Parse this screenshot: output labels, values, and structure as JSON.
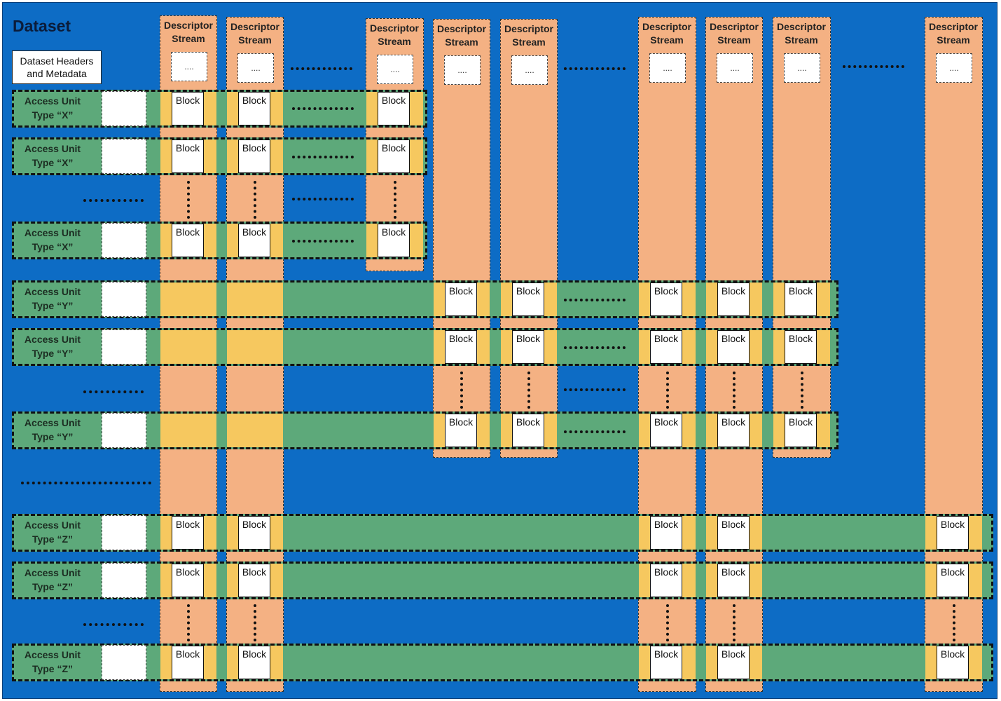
{
  "title": "Dataset",
  "header_box": "Dataset Headers\nand Metadata",
  "stream_label": "Descriptor\nStream",
  "stream_placeholder": "....",
  "block_label": "Block",
  "access_units": [
    {
      "label": "Access Unit\nType “X”",
      "type": "X"
    },
    {
      "label": "Access Unit\nType “X”",
      "type": "X"
    },
    {
      "label": "Access Unit\nType “X”",
      "type": "X"
    },
    {
      "label": "Access Unit\nType “Y”",
      "type": "Y"
    },
    {
      "label": "Access Unit\nType “Y”",
      "type": "Y"
    },
    {
      "label": "Access Unit\nType “Y”",
      "type": "Y"
    },
    {
      "label": "Access Unit\nType “Z”",
      "type": "Z"
    },
    {
      "label": "Access Unit\nType “Z”",
      "type": "Z"
    },
    {
      "label": "Access Unit\nType “Z”",
      "type": "Z"
    }
  ],
  "colors": {
    "background": "#0D6CC5",
    "descriptor_stream": "#F4B183",
    "access_unit": "#5DA97A",
    "intersection": "#F6C85F",
    "block": "#FFFFFF"
  }
}
